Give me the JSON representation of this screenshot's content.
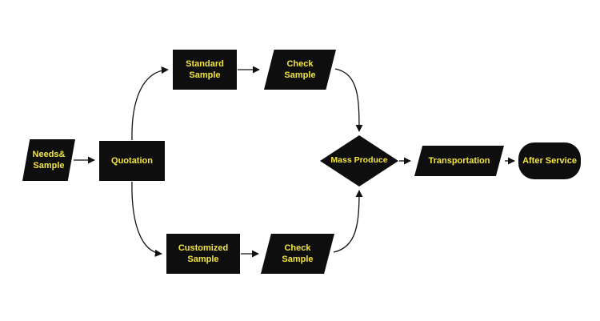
{
  "diagram": {
    "colors": {
      "background": "#ffffff",
      "shape_fill": "#0e0e0e",
      "label_text": "#f2e53e",
      "line": "#111111"
    },
    "nodes": {
      "needs_sample": {
        "label": "Needs&\nSample",
        "shape": "parallelogram"
      },
      "quotation": {
        "label": "Quotation",
        "shape": "rectangle"
      },
      "standard_sample": {
        "label": "Standard\nSample",
        "shape": "rectangle"
      },
      "check_sample_top": {
        "label": "Check\nSample",
        "shape": "parallelogram"
      },
      "customized_sample": {
        "label": "Customized\nSample",
        "shape": "rectangle"
      },
      "check_sample_bottom": {
        "label": "Check\nSample",
        "shape": "parallelogram"
      },
      "mass_produce": {
        "label": "Mass Produce",
        "shape": "diamond"
      },
      "transportation": {
        "label": "Transportation",
        "shape": "parallelogram"
      },
      "after_service": {
        "label": "After Service",
        "shape": "rounded-rectangle"
      }
    },
    "edges": [
      {
        "from": "needs_sample",
        "to": "quotation"
      },
      {
        "from": "quotation",
        "to": "standard_sample"
      },
      {
        "from": "quotation",
        "to": "customized_sample"
      },
      {
        "from": "standard_sample",
        "to": "check_sample_top"
      },
      {
        "from": "customized_sample",
        "to": "check_sample_bottom"
      },
      {
        "from": "check_sample_top",
        "to": "mass_produce"
      },
      {
        "from": "check_sample_bottom",
        "to": "mass_produce"
      },
      {
        "from": "mass_produce",
        "to": "transportation"
      },
      {
        "from": "transportation",
        "to": "after_service"
      }
    ]
  }
}
